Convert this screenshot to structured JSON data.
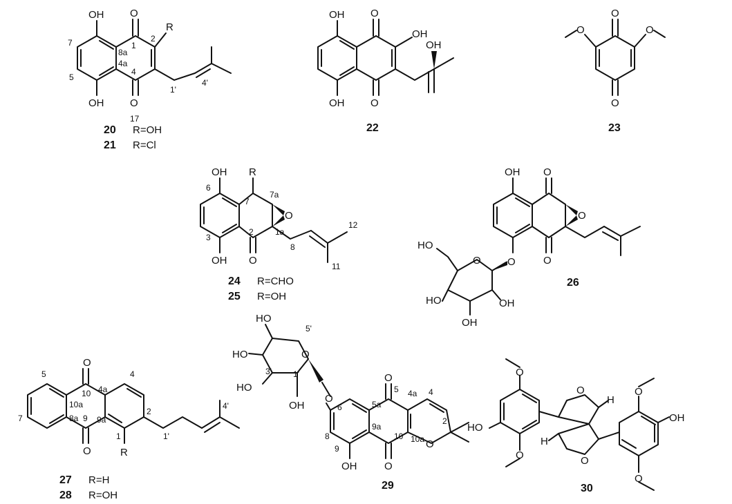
{
  "figure": {
    "compounds": [
      {
        "id": "20",
        "r_label": "R=OH"
      },
      {
        "id": "21",
        "r_label": "R=Cl"
      },
      {
        "id": "22"
      },
      {
        "id": "23"
      },
      {
        "id": "24",
        "r_label": "R=CHO"
      },
      {
        "id": "25",
        "r_label": "R=OH"
      },
      {
        "id": "26"
      },
      {
        "id": "27",
        "r_label": "R=H"
      },
      {
        "id": "28",
        "r_label": "R=OH"
      },
      {
        "id": "29"
      },
      {
        "id": "30"
      }
    ],
    "atoms": {
      "oh": "OH",
      "ho": "HO",
      "o": "O",
      "r": "R",
      "h": "H"
    },
    "locants": {
      "s20": [
        "1",
        "2",
        "4",
        "4a",
        "5",
        "7",
        "8a",
        "1'",
        "4'",
        "17"
      ],
      "s24": [
        "6",
        "7",
        "7a",
        "2",
        "1a",
        "3",
        "8",
        "11",
        "12"
      ],
      "s27": [
        "5",
        "10",
        "4a",
        "4",
        "10a",
        "8a",
        "9",
        "9a",
        "1",
        "2",
        "7",
        "1'",
        "4'"
      ],
      "s29": [
        "5'",
        "3'",
        "1'",
        "6",
        "5",
        "4a",
        "4",
        "5a",
        "9a",
        "8",
        "9",
        "10",
        "10a",
        "2"
      ]
    }
  }
}
